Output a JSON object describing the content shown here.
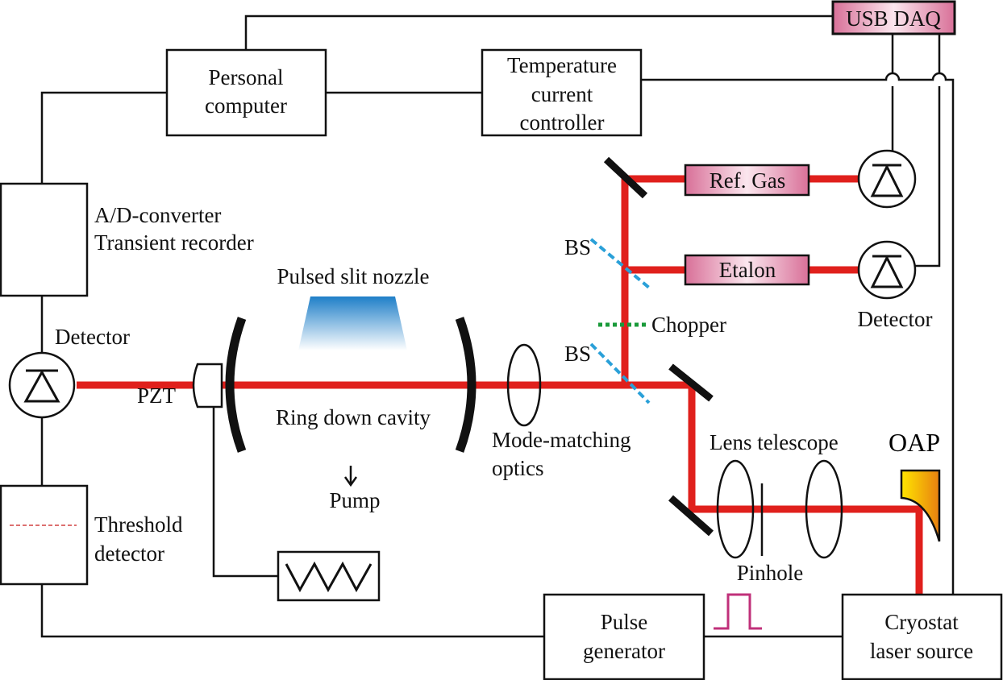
{
  "labels": {
    "usb_daq": "USB DAQ",
    "pc_line1": "Personal",
    "pc_line2": "computer",
    "tc_line1": "Temperature",
    "tc_line2": "current",
    "tc_line3": "controller",
    "ad_line1": "A/D-converter",
    "ad_line2": "Transient recorder",
    "ref_gas": "Ref. Gas",
    "etalon": "Etalon",
    "detector_right": "Detector",
    "detector_left": "Detector",
    "bs1": "BS",
    "bs2": "BS",
    "chopper": "Chopper",
    "nozzle": "Pulsed slit nozzle",
    "pzt": "PZT",
    "cavity": "Ring down cavity",
    "pump": "Pump",
    "mmo_line1": "Mode-matching",
    "mmo_line2": "optics",
    "telescope": "Lens telescope",
    "oap": "OAP",
    "pinhole": "Pinhole",
    "th_line1": "Threshold",
    "th_line2": "detector",
    "pg_line1": "Pulse",
    "pg_line2": "generator",
    "cry_line1": "Cryostat",
    "cry_line2": "laser source"
  },
  "colors": {
    "beam": "#e0201c",
    "box_pink": "#e8a0b8",
    "beam_splitter": "#2aa0d8",
    "chopper": "#1a9a3a",
    "pulse": "#c0307a"
  }
}
